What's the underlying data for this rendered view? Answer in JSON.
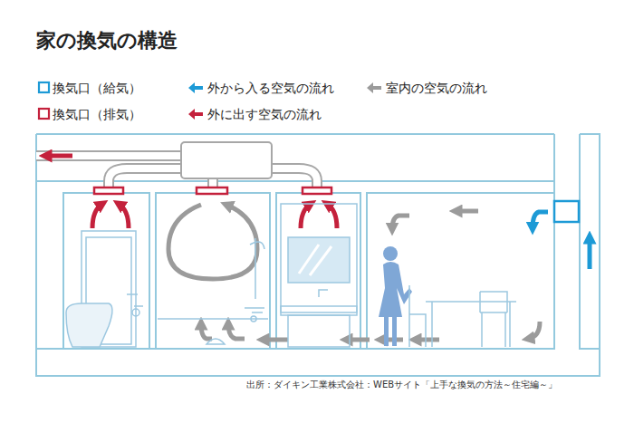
{
  "diagram": {
    "title": "家の換気の構造",
    "caption": "出所：ダイキン工業株式会社：WEBサイト「上手な換気の方法～住宅編～」",
    "legend": [
      {
        "text": "換気口（給気）"
      },
      {
        "text": "外から入る空気の流れ"
      },
      {
        "text": "室内の空気の流れ"
      },
      {
        "text": "換気口（排気）"
      },
      {
        "text": "外に出す空気の流れ"
      }
    ]
  }
}
